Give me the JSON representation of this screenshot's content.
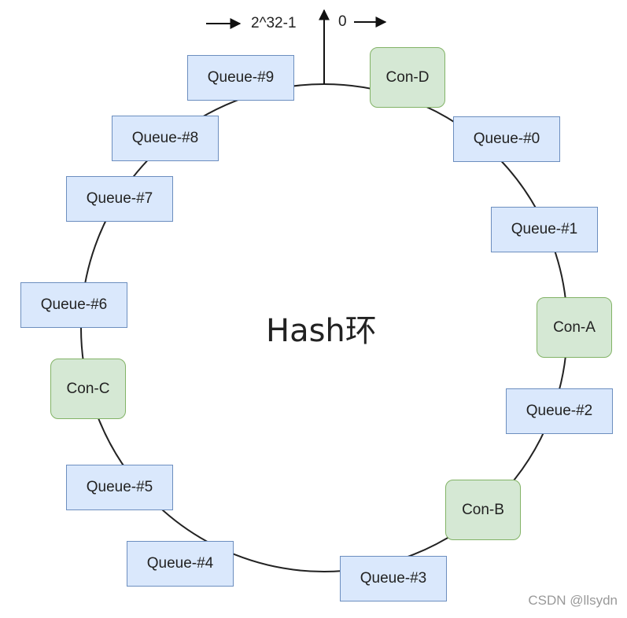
{
  "center_label": "Hash环",
  "range_max_label": "2^32-1",
  "range_zero_label": "0",
  "watermark": "CSDN @llsydn",
  "colors": {
    "queue_fill": "#dae8fc",
    "queue_stroke": "#6c8ebf",
    "consumer_fill": "#d5e8d4",
    "consumer_stroke": "#82b366",
    "ring": "#222222"
  },
  "queues": [
    "Queue-#0",
    "Queue-#1",
    "Queue-#2",
    "Queue-#3",
    "Queue-#4",
    "Queue-#5",
    "Queue-#6",
    "Queue-#7",
    "Queue-#8",
    "Queue-#9"
  ],
  "consumers": [
    "Con-A",
    "Con-B",
    "Con-C",
    "Con-D"
  ]
}
